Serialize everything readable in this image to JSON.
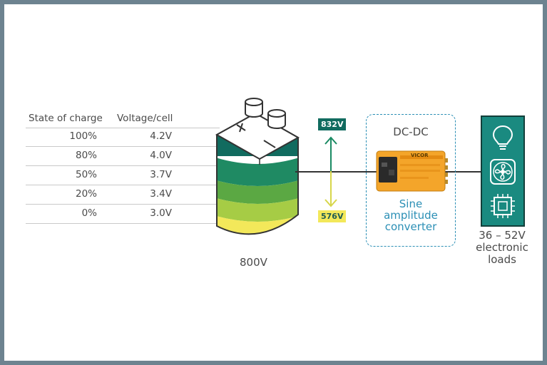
{
  "table": {
    "header_soc": "State of charge",
    "header_voltage": "Voltage/cell",
    "rows": [
      {
        "soc": "100%",
        "voltage": "4.2V"
      },
      {
        "soc": "80%",
        "voltage": "4.0V"
      },
      {
        "soc": "50%",
        "voltage": "3.7V"
      },
      {
        "soc": "20%",
        "voltage": "3.4V"
      },
      {
        "soc": "0%",
        "voltage": "3.0V"
      }
    ]
  },
  "battery": {
    "label": "800V",
    "colors": [
      "#116b5f",
      "#1f8a63",
      "#5ba843",
      "#a6cc45",
      "#f3e85a"
    ]
  },
  "range": {
    "high": "832V",
    "low": "576V",
    "high_color": "#116b5f",
    "low_color": "#f3e85a"
  },
  "converter": {
    "title": "DC-DC",
    "caption_line1": "Sine",
    "caption_line2": "amplitude",
    "caption_line3": "converter",
    "module_brand": "VICOR",
    "accent": "#2b8fb5"
  },
  "loads": {
    "line1": "36 – 52V",
    "line2": "electronic",
    "line3": "loads",
    "panel_color": "#1a8a80",
    "icons": [
      "lightbulb-icon",
      "fan-icon",
      "chip-icon"
    ]
  }
}
